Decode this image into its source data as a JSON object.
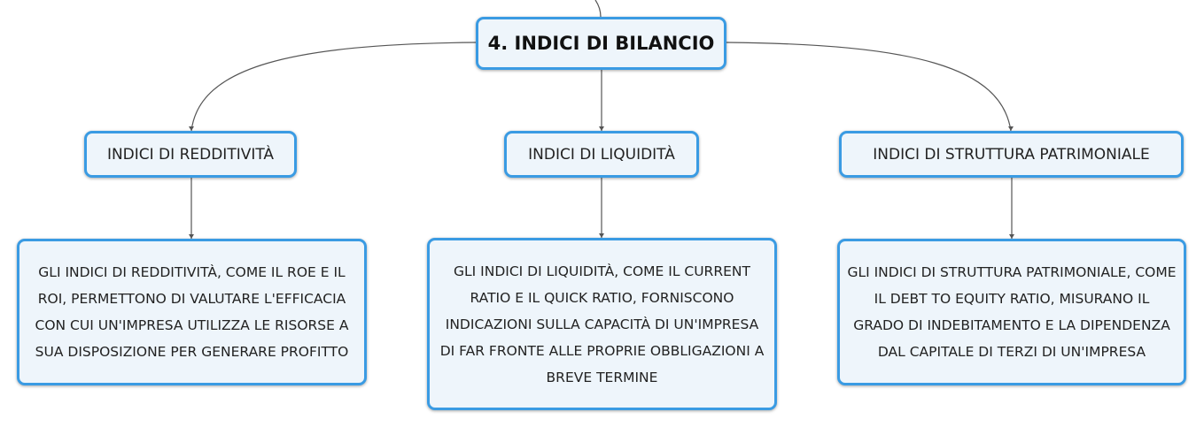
{
  "root": {
    "label": "4. INDICI DI BILANCIO"
  },
  "categories": [
    {
      "label": "INDICI DI REDDITIVITÀ",
      "description": "GLI INDICI DI REDDITIVITÀ, COME IL ROE E IL ROI, PERMETTONO DI VALUTARE L'EFFICACIA CON CUI UN'IMPRESA UTILIZZA LE RISORSE A SUA DISPOSIZIONE PER GENERARE PROFITTO"
    },
    {
      "label": "INDICI DI LIQUIDITÀ",
      "description": "GLI INDICI DI LIQUIDITÀ, COME IL CURRENT RATIO E IL QUICK RATIO, FORNISCONO INDICAZIONI SULLA CAPACITÀ DI UN'IMPRESA DI FAR FRONTE ALLE PROPRIE OBBLIGAZIONI A BREVE TERMINE"
    },
    {
      "label": "INDICI DI STRUTTURA PATRIMONIALE",
      "description": "GLI INDICI DI STRUTTURA PATRIMONIALE, COME IL DEBT TO EQUITY RATIO, MISURANO IL GRADO DI INDEBITAMENTO E LA DIPENDENZA DAL CAPITALE DI TERZI DI UN'IMPRESA"
    }
  ],
  "colors": {
    "node_border": "#3a9be3",
    "node_fill": "#eef5fb",
    "connector": "#555555"
  }
}
